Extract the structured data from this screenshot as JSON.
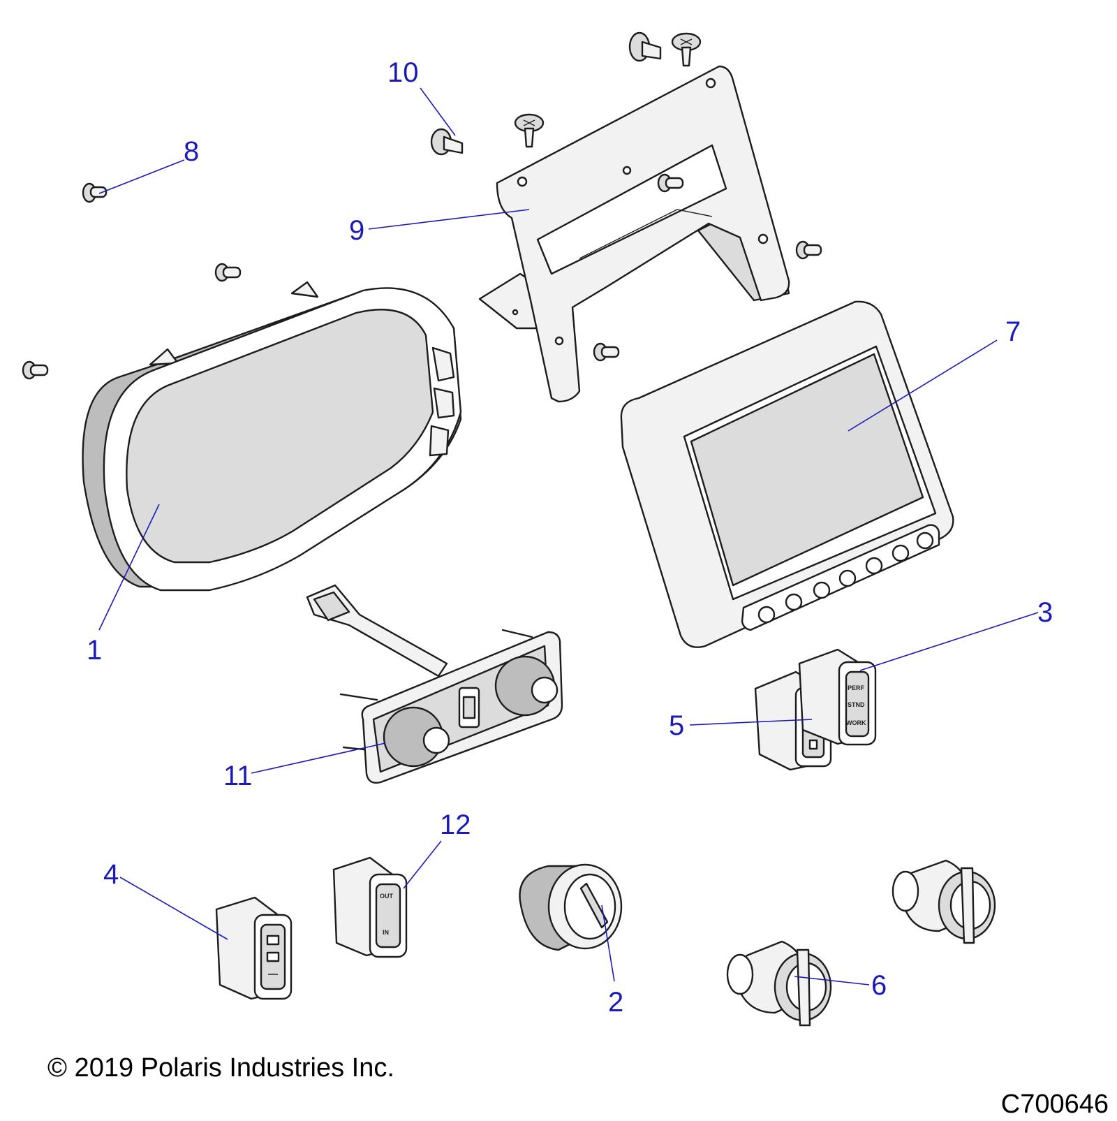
{
  "diagram": {
    "callouts": [
      {
        "id": "1",
        "label": "1"
      },
      {
        "id": "2",
        "label": "2"
      },
      {
        "id": "3",
        "label": "3"
      },
      {
        "id": "4",
        "label": "4"
      },
      {
        "id": "5",
        "label": "5"
      },
      {
        "id": "6",
        "label": "6"
      },
      {
        "id": "7",
        "label": "7"
      },
      {
        "id": "8",
        "label": "8"
      },
      {
        "id": "9",
        "label": "9"
      },
      {
        "id": "10",
        "label": "10"
      },
      {
        "id": "11",
        "label": "11"
      },
      {
        "id": "12",
        "label": "12"
      }
    ],
    "switch_3_legend": [
      "PERF",
      "STND",
      "WORK"
    ],
    "switch_12_legend": [
      "OUT",
      "IN"
    ],
    "callout_color": "#1a1ab8"
  },
  "footer": {
    "copyright": "© 2019 Polaris Industries Inc.",
    "figure_id": "C700646"
  }
}
